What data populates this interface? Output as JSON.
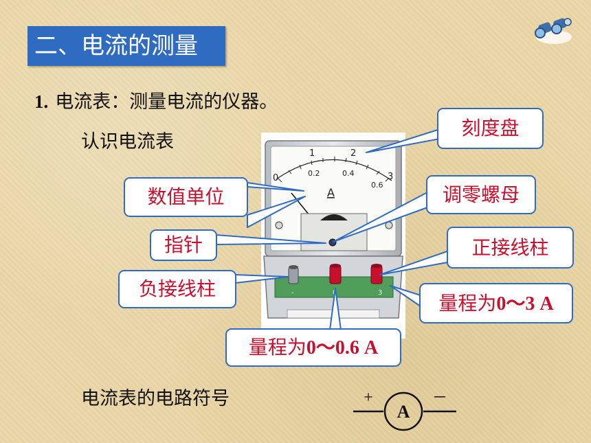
{
  "section": {
    "title": "二、电流的测量"
  },
  "heading": {
    "number": "1.",
    "text": "电流表：测量电流的仪器。"
  },
  "intro": "认识电流表",
  "meter": {
    "unit_symbol": "A",
    "upper_scale": [
      "0",
      "1",
      "2",
      "3"
    ],
    "lower_scale": [
      "0.2",
      "0.4",
      "0.6"
    ],
    "terminal_labels": [
      "-",
      "0",
      "3"
    ]
  },
  "callouts": {
    "dial": "刻度盘",
    "unit": "数值单位",
    "zero_adjust": "调零螺母",
    "pointer": "指针",
    "positive_terminal": "正接线柱",
    "negative_terminal": "负接线柱",
    "range_3_prefix": "量程为",
    "range_3_value": "0～3 A",
    "range_06_prefix": "量程为",
    "range_06_value": "0～0.6 A"
  },
  "symbol": {
    "label": "电流表的电路符号",
    "letter": "A",
    "plus": "+",
    "minus": "－"
  },
  "colors": {
    "title_bg": "#2f6bc0",
    "callout_text": "#c8102e",
    "callout_border": "#2f6bc0",
    "terminal_red": "#c8102e"
  }
}
